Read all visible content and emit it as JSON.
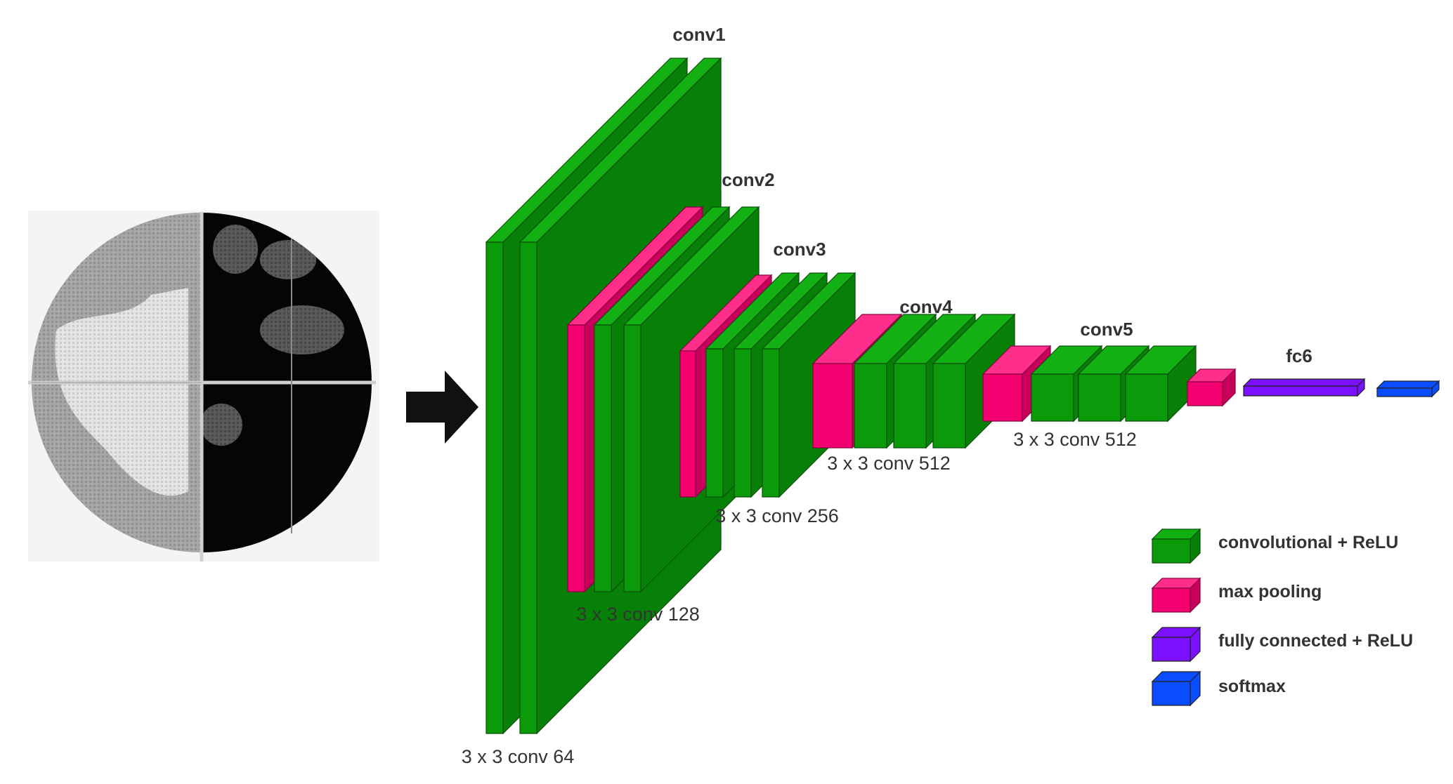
{
  "colors": {
    "conv": "#0a9a0a",
    "conv_top": "#13b013",
    "conv_side": "#078007",
    "pool": "#f2006f",
    "pool_top": "#ff2e8a",
    "pool_side": "#c8005c",
    "fc": "#7a10ff",
    "softmax": "#0a4cff",
    "edge": "#0b4f0b",
    "arrow": "#111111"
  },
  "input": {
    "name": "visual-field-plot"
  },
  "blocks": [
    {
      "title": "conv1",
      "caption": "3 x 3 conv 64"
    },
    {
      "title": "conv2",
      "caption": "3 x 3 conv 128"
    },
    {
      "title": "conv3",
      "caption": "3 x 3 conv 256"
    },
    {
      "title": "conv4",
      "caption": "3 x 3 conv 512"
    },
    {
      "title": "conv5",
      "caption": "3 x 3 conv 512"
    },
    {
      "title": "fc6",
      "caption": ""
    }
  ],
  "legend": [
    {
      "label": "convolutional + ReLU",
      "kind": "conv"
    },
    {
      "label": "max pooling",
      "kind": "pool"
    },
    {
      "label": "fully connected + ReLU",
      "kind": "fc"
    },
    {
      "label": "softmax",
      "kind": "softmax"
    }
  ]
}
